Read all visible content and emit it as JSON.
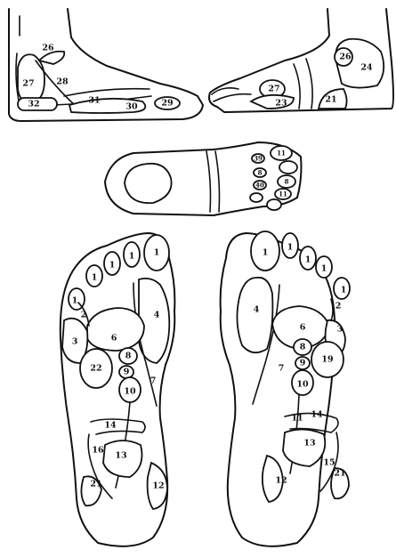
{
  "labels": {
    "inner_side": [
      "26",
      "27",
      "28",
      "32",
      "31",
      "30",
      "29"
    ],
    "outer_side": [
      "26",
      "24",
      "27",
      "23",
      "21"
    ],
    "top_view": [
      "11",
      "39",
      "8",
      "40",
      "8",
      "11"
    ],
    "left_sole": [
      "1",
      "1",
      "1",
      "1",
      "1",
      "2",
      "4",
      "3",
      "6",
      "8",
      "22",
      "9",
      "10",
      "7",
      "14",
      "16",
      "13",
      "21",
      "12"
    ],
    "right_sole": [
      "1",
      "1",
      "1",
      "1",
      "1",
      "2",
      "4",
      "6",
      "3",
      "8",
      "19",
      "9",
      "7",
      "10",
      "11",
      "14",
      "13",
      "15",
      "12",
      "21"
    ]
  }
}
